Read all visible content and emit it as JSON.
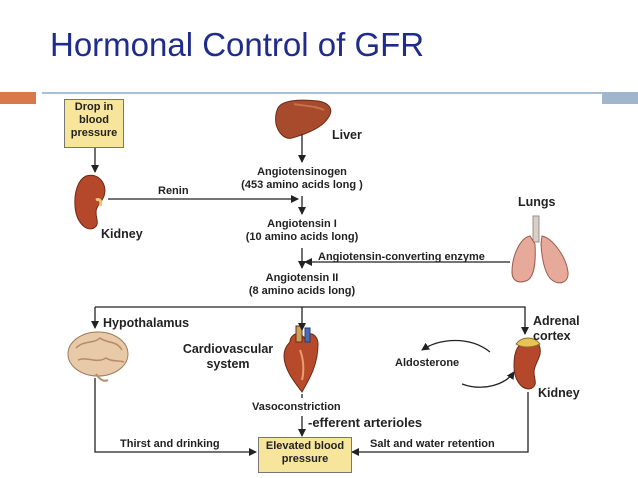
{
  "slide": {
    "title": "Hormonal Control of GFR"
  },
  "diagram": {
    "drop_bp": [
      "Drop in",
      "blood",
      "pressure"
    ],
    "liver": "Liver",
    "angiotensinogen": [
      "Angiotensinogen",
      "(453 amino acids long )"
    ],
    "renin": "Renin",
    "kidney_left": "Kidney",
    "lungs": "Lungs",
    "angiotensin1": [
      "Angiotensin I",
      "(10 amino acids long)"
    ],
    "ace": "Angiotensin-converting enzyme",
    "angiotensin2": [
      "Angiotensin II",
      "(8 amino acids long)"
    ],
    "hypothalamus": "Hypothalamus",
    "adrenal": [
      "Adrenal",
      "cortex"
    ],
    "cardio": [
      "Cardiovascular",
      "system"
    ],
    "aldosterone": "Aldosterone",
    "kidney_right": "Kidney",
    "vasoconstriction": "Vasoconstriction",
    "efferent": "-efferent arterioles",
    "thirst": "Thirst and drinking",
    "salt": "Salt and water retention",
    "elevated": [
      "Elevated blood",
      "pressure"
    ]
  }
}
